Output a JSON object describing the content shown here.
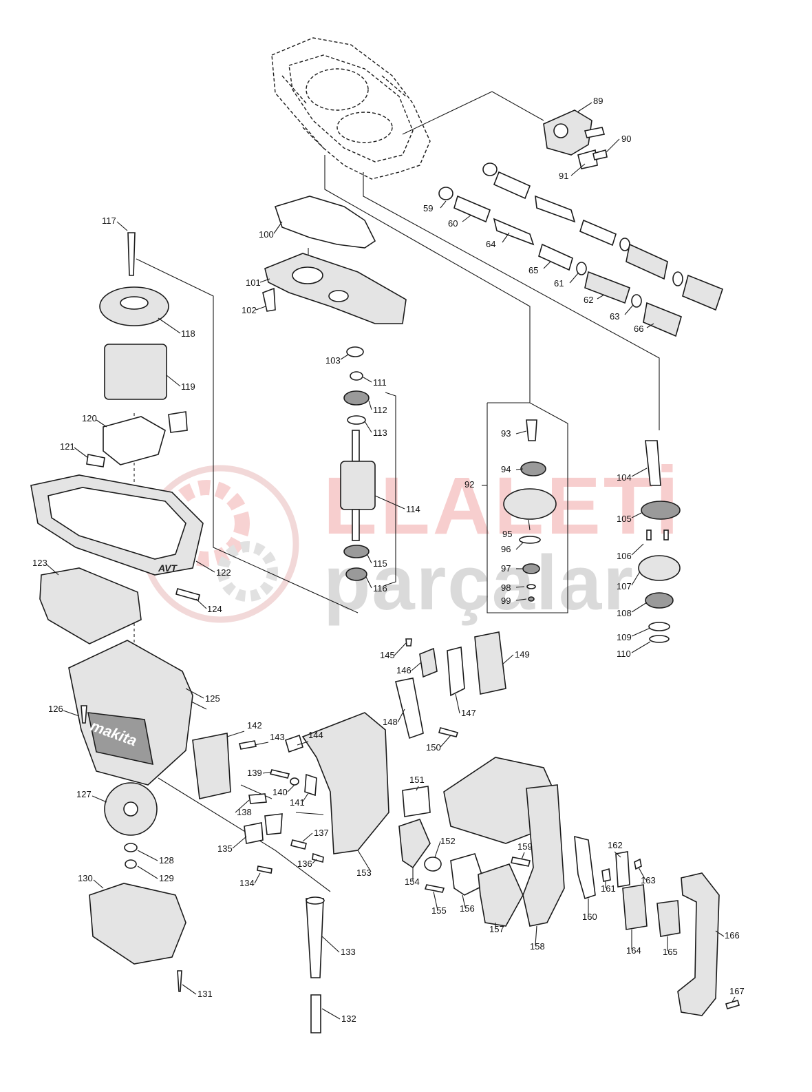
{
  "watermark": {
    "line1": "ELALETİ",
    "line2": "parçalar"
  },
  "markings": {
    "brand": "makita",
    "motor_cover": "AVT"
  },
  "colors": {
    "line": "#1a1a1a",
    "watermark_red": "#f1a7a7",
    "watermark_gray": "#bdbdbd"
  },
  "part_labels": [
    "59",
    "60",
    "61",
    "62",
    "63",
    "64",
    "65",
    "66",
    "89",
    "90",
    "91",
    "92",
    "93",
    "94",
    "95",
    "96",
    "97",
    "98",
    "99",
    "100",
    "101",
    "102",
    "103",
    "104",
    "105",
    "106",
    "107",
    "108",
    "109",
    "110",
    "111",
    "112",
    "113",
    "114",
    "115",
    "116",
    "117",
    "118",
    "119",
    "120",
    "121",
    "122",
    "123",
    "124",
    "125",
    "126",
    "127",
    "128",
    "129",
    "130",
    "131",
    "132",
    "133",
    "134",
    "135",
    "136",
    "137",
    "138",
    "139",
    "140",
    "141",
    "142",
    "143",
    "144",
    "145",
    "146",
    "147",
    "148",
    "149",
    "150",
    "151",
    "152",
    "153",
    "154",
    "155",
    "156",
    "157",
    "158",
    "159",
    "160",
    "161",
    "162",
    "163",
    "164",
    "165",
    "166",
    "167"
  ]
}
